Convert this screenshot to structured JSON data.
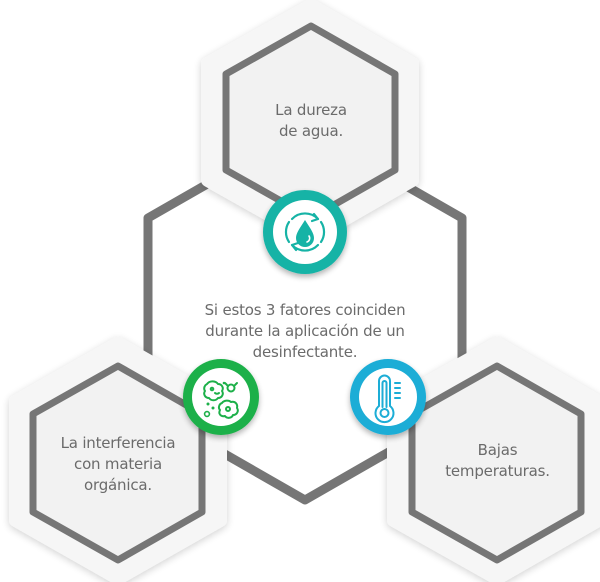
{
  "diagram": {
    "center": {
      "lines": [
        "Si estos 3 fatores coinciden",
        "durante la aplicación de un",
        "desinfectante."
      ]
    },
    "factors": [
      {
        "id": "water-hardness",
        "lines": [
          "La dureza",
          "de agua."
        ],
        "icon": "water-drop-cycle-icon",
        "color": "#1ab5a8"
      },
      {
        "id": "organic-matter",
        "lines": [
          "La interferencia",
          "con materia",
          "orgánica."
        ],
        "icon": "organic-matter-icon",
        "color": "#1eb34a"
      },
      {
        "id": "low-temperature",
        "lines": [
          "Bajas",
          "temperaturas."
        ],
        "icon": "thermometer-icon",
        "color": "#1aaed6"
      }
    ],
    "colors": {
      "stroke": "#767676",
      "hex_fill": "#f2f2f2",
      "halo_fill": "#f7f7f7",
      "text": "#6b6b6b"
    }
  }
}
